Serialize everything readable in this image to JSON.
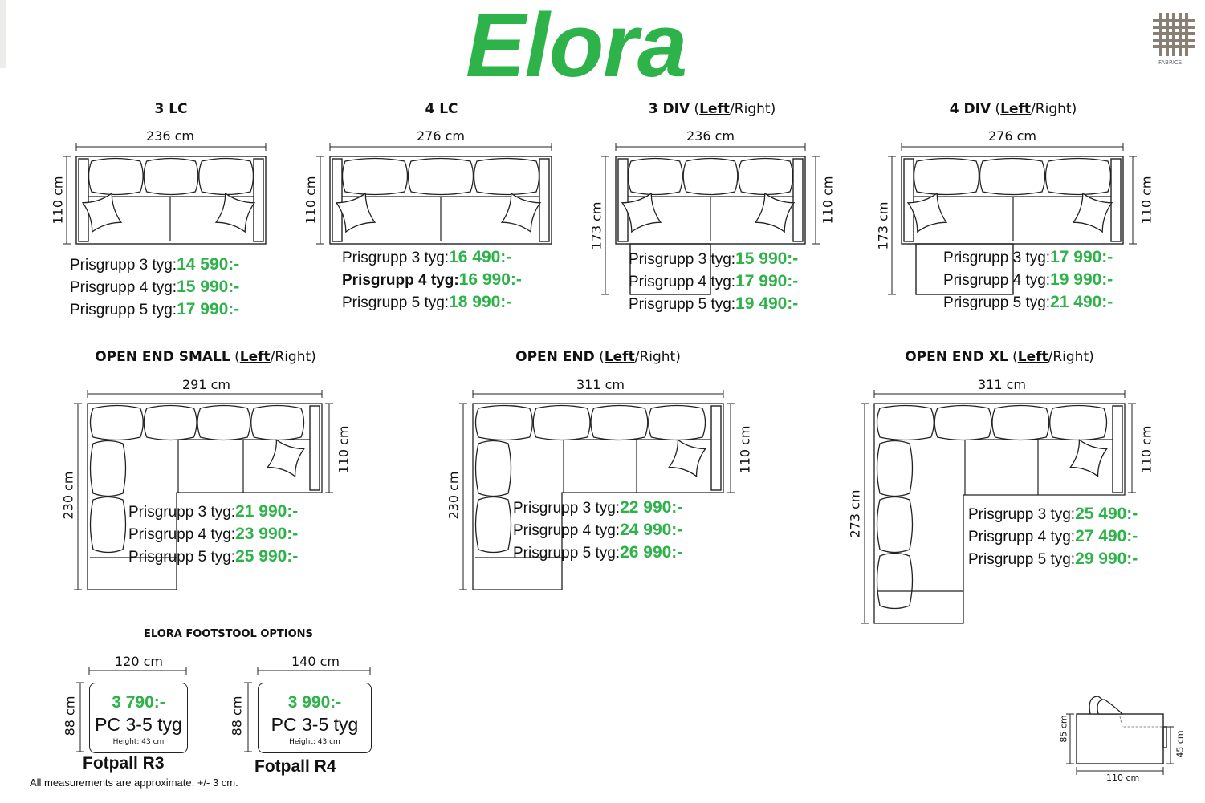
{
  "title": "Elora",
  "fabrics_label": "FABRICS",
  "modules": [
    {
      "name": "3 LC",
      "width": "236 cm",
      "depth": "110 cm",
      "prices": [
        {
          "label": "Prisgrupp 3 tyg:",
          "amount": "14 590:-"
        },
        {
          "label": "Prisgrupp 4 tyg:",
          "amount": "15 990:-"
        },
        {
          "label": "Prisgrupp 5 tyg:",
          "amount": "17 990:-"
        }
      ]
    },
    {
      "name": "4 LC",
      "width": "276 cm",
      "depth": "110 cm",
      "prices": [
        {
          "label": "Prisgrupp 3 tyg:",
          "amount": "16 490:-"
        },
        {
          "label": "Prisgrupp 4 tyg:",
          "amount": "16 990:-",
          "highlighted": true
        },
        {
          "label": "Prisgrupp 5 tyg:",
          "amount": "18 990:-"
        }
      ]
    },
    {
      "name": "3 DIV",
      "side_left": "Left",
      "side_right": "Right",
      "width": "236 cm",
      "depth": "173 cm",
      "depth2": "110 cm",
      "prices": [
        {
          "label": "Prisgrupp 3 tyg:",
          "amount": "15 990:-"
        },
        {
          "label": "Prisgrupp 4 tyg:",
          "amount": "17 990:-"
        },
        {
          "label": "Prisgrupp 5 tyg:",
          "amount": "19 490:-"
        }
      ]
    },
    {
      "name": "4 DIV",
      "side_left": "Left",
      "side_right": "Right",
      "width": "276 cm",
      "depth": "173 cm",
      "depth2": "110 cm",
      "prices": [
        {
          "label": "Prisgrupp 3 tyg:",
          "amount": "17 990:-"
        },
        {
          "label": "Prisgrupp 4 tyg:",
          "amount": "19 990:-"
        },
        {
          "label": "Prisgrupp 5 tyg:",
          "amount": "21 490:-"
        }
      ]
    },
    {
      "name": "OPEN END SMALL",
      "side_left": "Left",
      "side_right": "Right",
      "width": "291 cm",
      "depth": "230 cm",
      "depth2": "110 cm",
      "prices": [
        {
          "label": "Prisgrupp 3 tyg:",
          "amount": "21 990:-"
        },
        {
          "label": "Prisgrupp 4 tyg:",
          "amount": "23 990:-"
        },
        {
          "label": "Prisgrupp 5 tyg:",
          "amount": "25 990:-"
        }
      ]
    },
    {
      "name": "OPEN END",
      "side_left": "Left",
      "side_right": "Right",
      "width": "311 cm",
      "depth": "230 cm",
      "depth2": "110 cm",
      "prices": [
        {
          "label": "Prisgrupp 3 tyg:",
          "amount": "22 990:-"
        },
        {
          "label": "Prisgrupp 4 tyg:",
          "amount": "24 990:-"
        },
        {
          "label": "Prisgrupp 5 tyg:",
          "amount": "26 990:-"
        }
      ]
    },
    {
      "name": "OPEN END XL",
      "side_left": "Left",
      "side_right": "Right",
      "width": "311 cm",
      "depth": "273 cm",
      "depth2": "110 cm",
      "prices": [
        {
          "label": "Prisgrupp 3 tyg:",
          "amount": "25 490:-"
        },
        {
          "label": "Prisgrupp 4 tyg:",
          "amount": "27 490:-"
        },
        {
          "label": "Prisgrupp 5 tyg:",
          "amount": "29 990:-"
        }
      ]
    }
  ],
  "footstool": {
    "heading": "ELORA FOOTSTOOL OPTIONS",
    "items": [
      {
        "name": "Fotpall R3",
        "width": "120 cm",
        "depth": "88 cm",
        "price": "3 790:-",
        "group": "PC 3-5 tyg",
        "height": "Height: 43 cm"
      },
      {
        "name": "Fotpall R4",
        "width": "140 cm",
        "depth": "88 cm",
        "price": "3 990:-",
        "group": "PC 3-5 tyg",
        "height": "Height: 43 cm"
      }
    ]
  },
  "side_view": {
    "height": "85 cm",
    "seat_height": "45 cm",
    "depth": "110 cm"
  },
  "disclaimer": "All measurements are approximate, +/- 3 cm.",
  "colors": {
    "accent": "#2db34a",
    "line": "#222222"
  }
}
